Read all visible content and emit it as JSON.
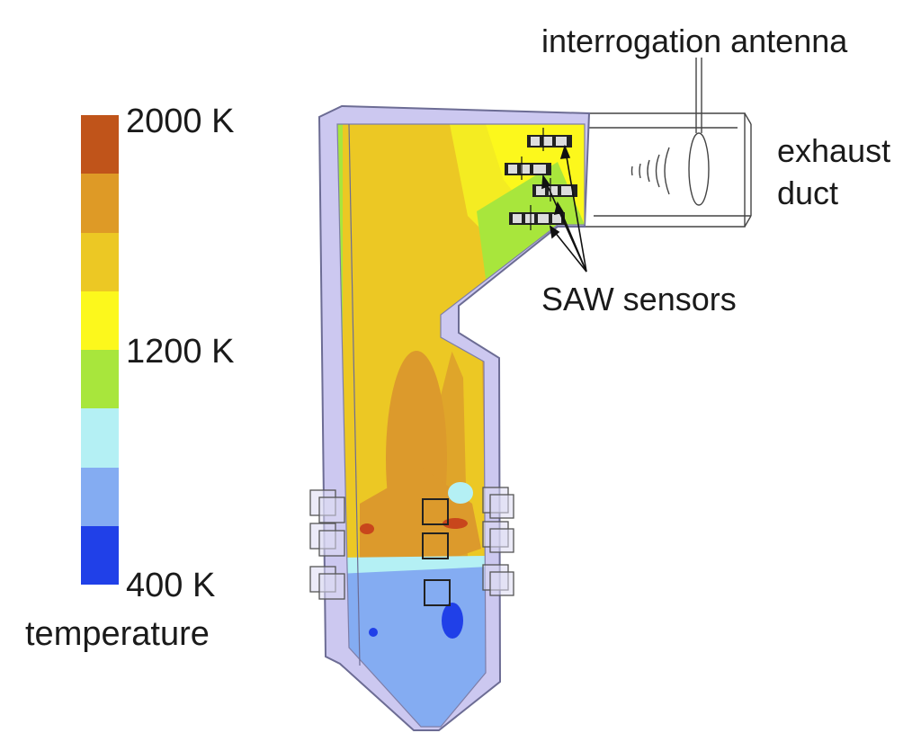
{
  "legend": {
    "title": "temperature",
    "tick_top": "2000 K",
    "tick_mid": "1200 K",
    "tick_bottom": "400 K",
    "colors": [
      "#c0541a",
      "#de9a26",
      "#ecc824",
      "#fcf81c",
      "#a8e63c",
      "#b4f0f4",
      "#84acf2",
      "#2040e8"
    ]
  },
  "annotations": {
    "antenna": "interrogation antenna",
    "duct_line1": "exhaust",
    "duct_line2": "duct",
    "sensors": "SAW sensors"
  }
}
